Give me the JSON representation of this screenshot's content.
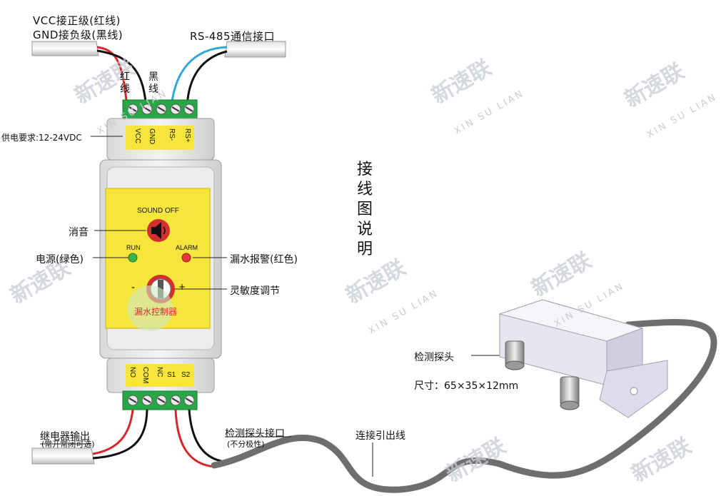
{
  "title_vertical": [
    "接",
    "线",
    "图",
    "说",
    "明"
  ],
  "labels": {
    "vcc_line1": "VCC接正级(红线)",
    "vcc_line2": "GND接负级(黑线)",
    "rs485": "RS-485通信接口",
    "red_wire": [
      "红",
      "线"
    ],
    "black_wire": [
      "黑",
      "线"
    ],
    "power_req": "供电要求:12-24VDC",
    "mute": "消音",
    "power_green": "电源(绿色)",
    "leak_alarm": "漏水报警(红色)",
    "sensitivity": "灵敏度调节",
    "relay_out": "继电器输出",
    "relay_out_sub": "(常开常闭可选)",
    "probe_port": "检测探头接口",
    "probe_port_sub": "(不分极性)",
    "lead_wire": "连接引出线",
    "probe": "检测探头",
    "size": "尺寸：65×35×12mm"
  },
  "terminals_top": [
    "VCC",
    "GND",
    "RS-",
    "RS+"
  ],
  "terminals_bottom": [
    "NO",
    "COM",
    "NC",
    "S1",
    "S2"
  ],
  "panel": {
    "sound_off": "SOUND OFF",
    "run": "RUN",
    "alarm": "ALARM",
    "minus": "-",
    "plus": "+",
    "device_name": "漏水控制器"
  },
  "watermark": {
    "cn": "新速联",
    "en": "XIN SU LIAN"
  },
  "colors": {
    "panel_yellow": "#f6e53a",
    "red_wire": "#d9262b",
    "blue_wire": "#33a6dc",
    "green_terminal": "#27a745",
    "led_green": "#3cb44b",
    "led_red": "#e53935"
  }
}
